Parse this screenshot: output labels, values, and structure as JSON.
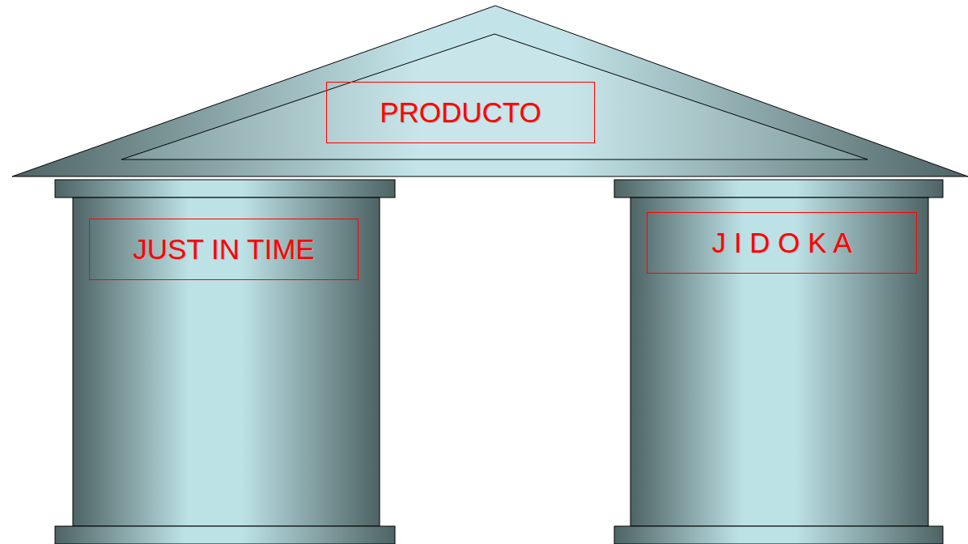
{
  "diagram": {
    "nodes": [
      {
        "text": [
          "PRODUCTO"
        ]
      },
      {
        "text": [
          "JUST IN TIME"
        ]
      },
      {
        "text": [
          "J I D O K A"
        ]
      }
    ]
  }
}
